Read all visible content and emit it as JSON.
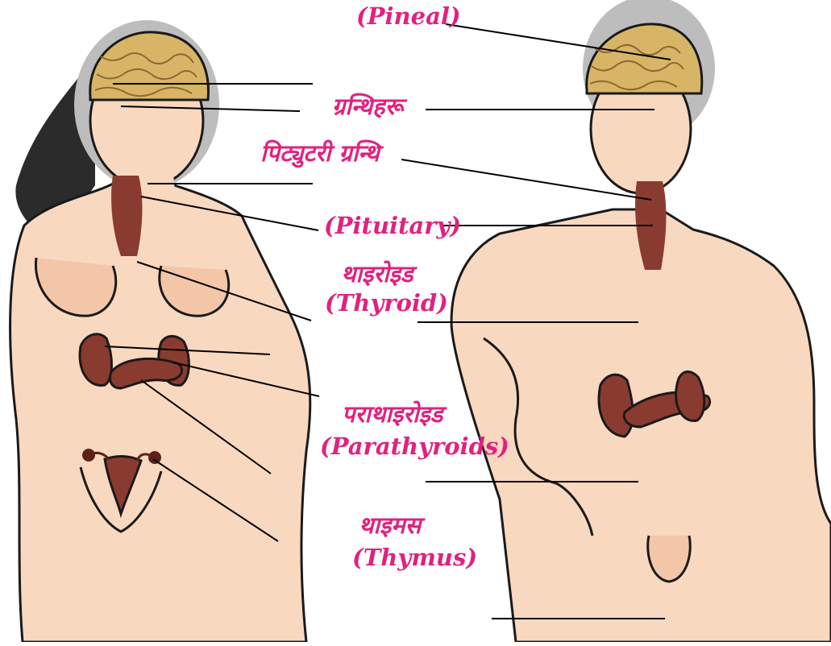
{
  "colors": {
    "label": "#e0227f",
    "skin": "#f9d8c0",
    "skin_shade": "#f3c6a8",
    "outline": "#1a1a1a",
    "brain": "#d8b566",
    "brain_fold": "#8a6a32",
    "organ": "#8a3b2f",
    "organ_dark": "#5c2219",
    "hair": "#2b2b2b",
    "head_halo": "#bdbdbd",
    "leader_line": "#000000"
  },
  "labels": {
    "pineal_en": "(Pineal)",
    "glands_ne": "ग्रन्थिहरू",
    "pituitary_ne": "पिट्युटरी ग्रन्थि",
    "pituitary_en": "(Pituitary)",
    "thyroid_ne": "थाइरोइड",
    "thyroid_en": "(Thyroid)",
    "parathyroid_ne": "पराथाइरोइड",
    "parathyroid_en": "(Parathyroids)",
    "thymus_ne": "थाइमस",
    "thymus_en": "(Thymus)"
  }
}
